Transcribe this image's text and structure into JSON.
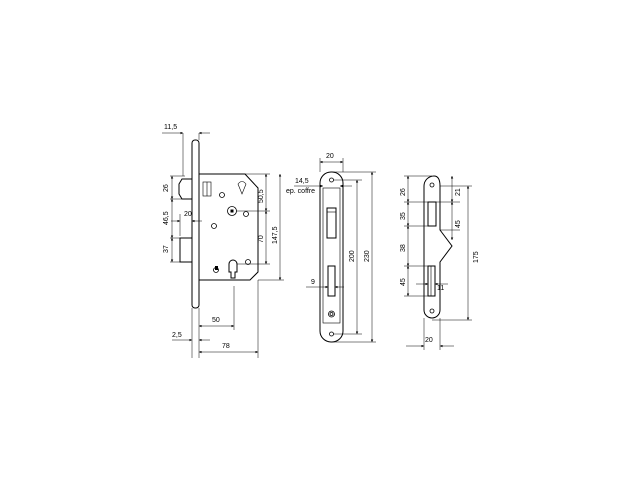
{
  "lock_body": {
    "backset_label": "50",
    "overall_width_label": "78",
    "faceplate_offset_label": "2,5",
    "faceplate_thickness_label": "11,5",
    "latch_height_label": "26",
    "latch_offset_label": "46,5",
    "deadbolt_height_label": "37",
    "deadbolt_depth_label": "20",
    "top_to_spindle_label": "50,5",
    "spindle_to_cylinder_label": "70",
    "case_height_label": "147,5"
  },
  "faceplate": {
    "width_label": "20",
    "case_depth_label": "14,5",
    "case_note": "ep. coffre",
    "slot_width_label": "9",
    "screw_spacing_label": "200",
    "total_height_label": "230"
  },
  "strike_plate": {
    "top_label": "26",
    "latch_opening_label": "35",
    "gap_label": "38",
    "bolt_opening_label": "45",
    "right_top_label": "21",
    "right_mid_label": "45",
    "right_bolt_label": "11",
    "total_height_label": "175",
    "width_label": "20"
  }
}
